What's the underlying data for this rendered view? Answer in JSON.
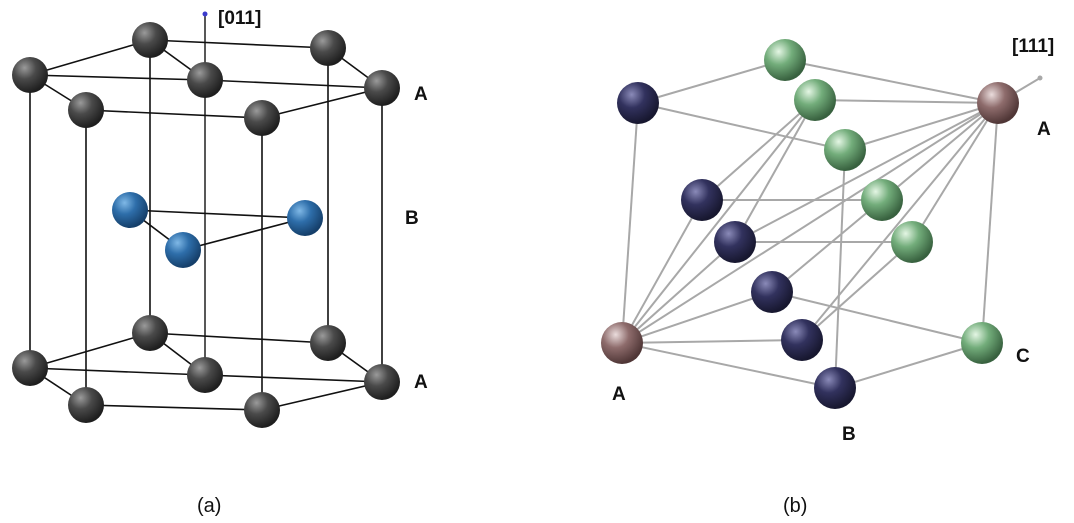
{
  "panel_a": {
    "caption": "(a)",
    "direction_label": "[011]",
    "layer_labels": [
      "A",
      "B",
      "A"
    ],
    "colors": {
      "atom_A": "#3a3a3a",
      "atom_B": "#2a6aa8",
      "edge": "#111111",
      "axis": "#3b3bcc",
      "axis_marker": "#d02020"
    }
  },
  "panel_b": {
    "caption": "(b)",
    "direction_label": "[111]",
    "atom_labels": [
      "A",
      "A",
      "B",
      "C"
    ],
    "colors": {
      "atom_A": "#8a6a6a",
      "atom_B": "#2e2e55",
      "atom_C": "#6aa474",
      "edge": "#a8a8a8"
    }
  }
}
